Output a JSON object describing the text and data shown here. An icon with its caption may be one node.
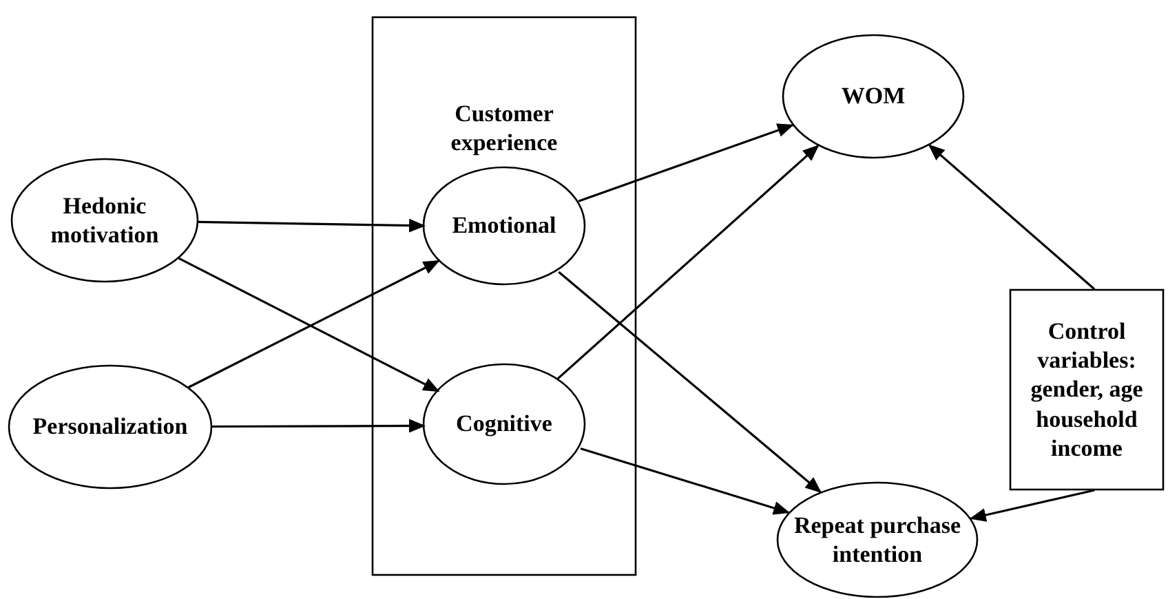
{
  "diagram": {
    "nodes": [
      {
        "text": [
          "Hedonic motivation"
        ]
      },
      {
        "text": [
          "Personalization"
        ]
      },
      {
        "text": [
          "Customer experience"
        ]
      },
      {
        "text": [
          "Emotional"
        ],
        "in": 2
      },
      {
        "text": [
          "Cognitive"
        ],
        "in": 2
      },
      {
        "text": [
          "WOM"
        ]
      },
      {
        "text": [
          "Control variables: gender, age household income"
        ]
      },
      {
        "text": [
          "Repeat purchase intention"
        ]
      }
    ],
    "edges": [
      {
        "from": 0,
        "to": 3,
        "arrow": "to"
      },
      {
        "from": 0,
        "to": 4,
        "arrow": "to"
      },
      {
        "from": 1,
        "to": 3,
        "arrow": "to"
      },
      {
        "from": 1,
        "to": 4,
        "arrow": "to"
      },
      {
        "from": 3,
        "to": 5,
        "arrow": "to"
      },
      {
        "from": 3,
        "to": 7,
        "arrow": "to"
      },
      {
        "from": 4,
        "to": 5,
        "arrow": "to"
      },
      {
        "from": 4,
        "to": 7,
        "arrow": "to"
      },
      {
        "from": 6,
        "to": 5,
        "arrow": "to"
      },
      {
        "from": 6,
        "to": 7,
        "arrow": "to"
      }
    ]
  }
}
